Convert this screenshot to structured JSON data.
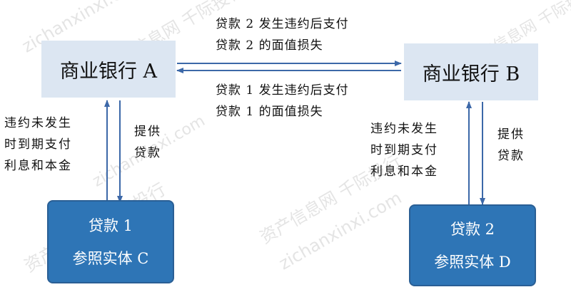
{
  "banks": {
    "a": "商业银行 A",
    "b": "商业银行 B"
  },
  "loans": {
    "loan1": {
      "line1": "贷款 1",
      "line2": "参照实体 C"
    },
    "loan2": {
      "line1": "贷款 2",
      "line2": "参照实体 D"
    }
  },
  "flows": {
    "top": {
      "line1": "贷款 2 发生违约后支付",
      "line2": "贷款 2 的面值损失"
    },
    "bottom": {
      "line1": "贷款 1 发生违约后支付",
      "line2": "贷款 1 的面值损失"
    },
    "left_up": [
      "违约未发生",
      "时到期支付",
      "利息和本金"
    ],
    "left_down": [
      "提供",
      "贷款"
    ],
    "right_up": [
      "违约未发生",
      "时到期支付",
      "利息和本金"
    ],
    "right_down": [
      "提供",
      "贷款"
    ]
  },
  "watermark": {
    "cn": "资产信息网 千际投行",
    "en": "zichanxinxi.com"
  },
  "colors": {
    "bank_fill": "#dce6f2",
    "loan_fill": "#2e75b6",
    "arrow": "#3c68a8"
  }
}
